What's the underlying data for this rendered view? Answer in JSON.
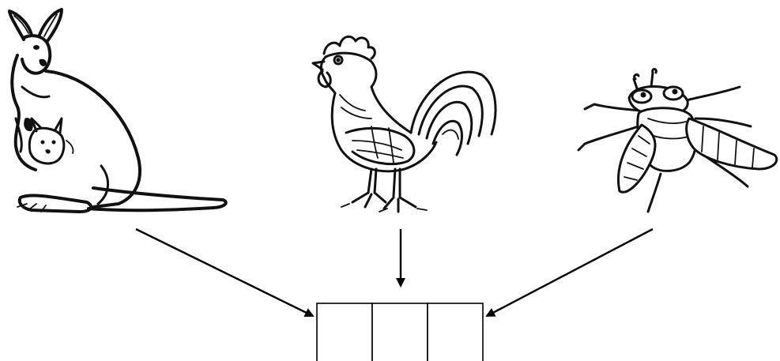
{
  "diagram": {
    "type": "picture-to-boxes",
    "images": [
      {
        "id": "kangaroo",
        "icon": "kangaroo-icon"
      },
      {
        "id": "rooster",
        "icon": "rooster-icon"
      },
      {
        "id": "fly",
        "icon": "fly-icon"
      }
    ],
    "answer_boxes": [
      {
        "value": ""
      },
      {
        "value": ""
      },
      {
        "value": ""
      }
    ],
    "colors": {
      "line": "#000000",
      "background": "#ffffff"
    }
  }
}
